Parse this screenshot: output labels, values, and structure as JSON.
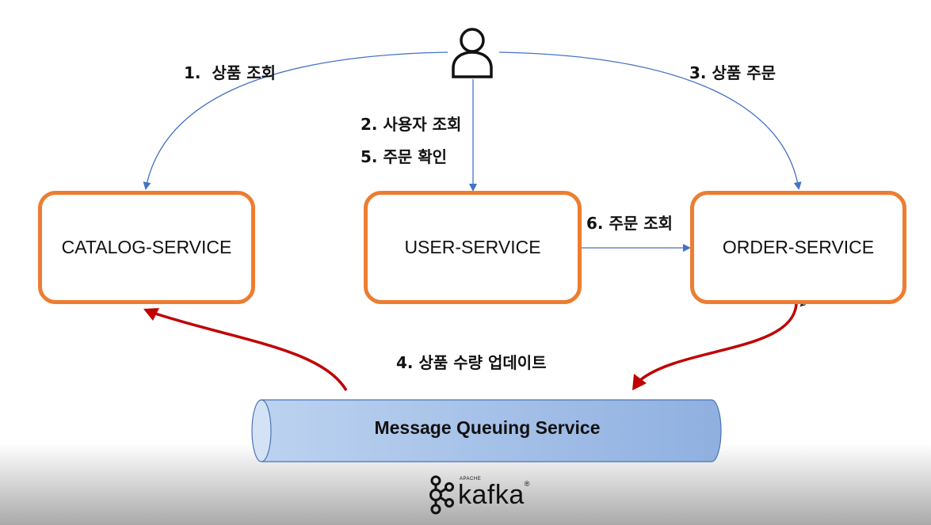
{
  "services": {
    "catalog": "CATALOG-SERVICE",
    "user": "USER-SERVICE",
    "order": "ORDER-SERVICE"
  },
  "steps": {
    "s1": "1.  상품 조회",
    "s2": "2. 사용자 조회",
    "s3": "3. 상품 주문",
    "s4": "4. 상품 수량 업데이트",
    "s5": "5. 주문 확인",
    "s6": "6. 주문 조회"
  },
  "queue": {
    "label": "Message Queuing Service"
  },
  "logo": {
    "word": "kafka",
    "apache": "APACHE",
    "reg": "®"
  },
  "icons": [
    "user-icon",
    "kafka-logo-icon",
    "pencil-cursor-icon"
  ],
  "colors": {
    "box_border": "#ed7d31",
    "arrow_blue": "#4472c4",
    "arrow_red": "#c00000",
    "queue_fill": "#a9c4eb"
  }
}
